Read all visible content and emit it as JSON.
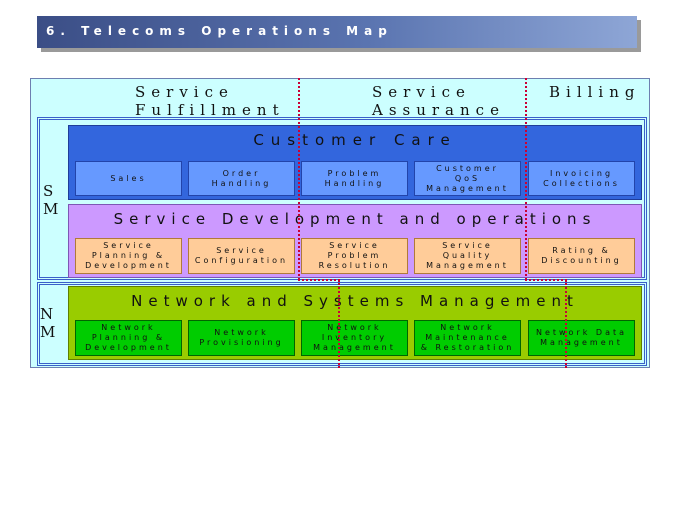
{
  "title": "6. Telecoms Operations Map",
  "columns": [
    "Service\nFulfillment",
    "Service\nAssurance",
    "Billing"
  ],
  "row_labels": {
    "sm": "S\nM",
    "nm": "N\nM"
  },
  "layers": {
    "customer_care": {
      "title": "Customer Care",
      "boxes": [
        "Sales",
        "Order\nHandling",
        "Problem\nHandling",
        "Customer\nQoS\nManagement",
        "Invoicing\nCollections"
      ]
    },
    "service_dev": {
      "title": "Service Development and operations",
      "boxes": [
        "Service\nPlanning &\nDevelopment",
        "Service\nConfiguration",
        "Service\nProblem\nResolution",
        "Service\nQuality\nManagement",
        "Rating &\nDiscounting"
      ]
    },
    "network_mgmt": {
      "title": "Network and Systems Management",
      "boxes": [
        "Network\nPlanning &\nDevelopment",
        "Network\nProvisioning",
        "Network\nInventory\nManagement",
        "Network\nMaintenance\n& Restoration",
        "Network Data\nManagement"
      ]
    }
  },
  "colors": {
    "customer_care": "#3366dd",
    "service_dev": "#cc99ff",
    "network_mgmt": "#99cc00",
    "divider": "#cc0033"
  }
}
